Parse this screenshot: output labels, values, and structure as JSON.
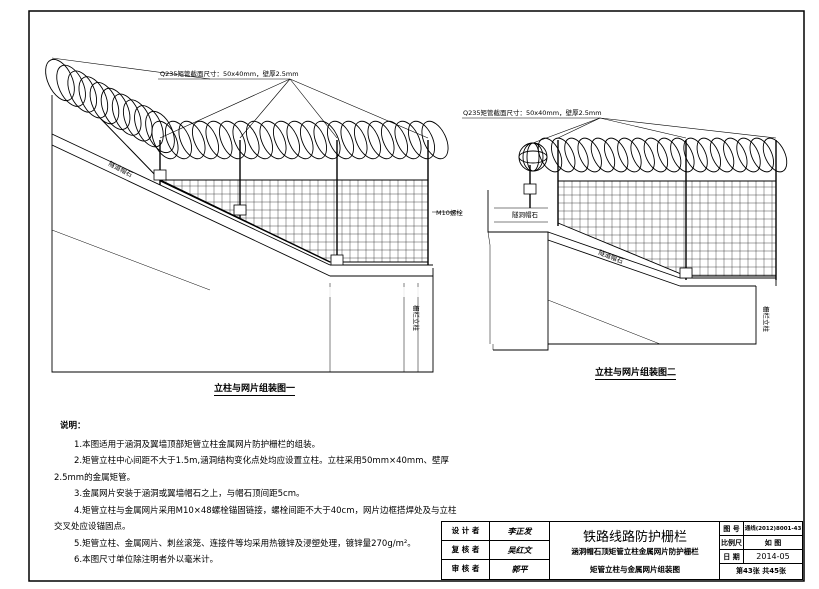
{
  "drawing1": {
    "dim_label": "Q235矩管截面尺寸：50x40mm，壁厚2.5mm",
    "bolt_label": "M10螺栓",
    "slope_label": "隧道帽石",
    "caption": "立柱与网片组装图一"
  },
  "drawing2": {
    "dim_label": "Q235矩管截面尺寸：50x40mm，壁厚2.5mm",
    "cap_label": "隧洞帽石",
    "slope_label": "隧道帽石",
    "post_label": "栅栏立柱",
    "caption": "立柱与网片组装图二"
  },
  "drawing1_post_label": "栅栏立柱",
  "notes": {
    "title": "说明：",
    "items": [
      "1.本图适用于涵洞及翼墙顶部矩管立柱金属网片防护栅栏的组装。",
      "2.矩管立柱中心间距不大于1.5m,涵洞结构变化点处均应设置立柱。立柱采用50mm×40mm、壁厚",
      "2.5mm的金属矩管。",
      "3.金属网片安装于涵洞或翼墙帽石之上，与帽石顶间距5cm。",
      "4.矩管立柱与金属网片采用M10×48螺栓锚固链接，螺栓间距不大于40cm，网片边框搭焊处及与立柱",
      "交叉处应设锚固点。",
      "5.矩管立柱、金属网片、刺丝滚笼、连接件等均采用热镀锌及浸塑处理，镀锌量270g/m²。",
      "6.本图尺寸单位除注明者外以毫米计。"
    ]
  },
  "title_block": {
    "roles": [
      "设 计 者",
      "复 核 者",
      "审 核 者"
    ],
    "signatures": [
      "李正发",
      "吴红文",
      "郭平"
    ],
    "title": "铁路线路防护栅栏",
    "subtitle": "涵洞帽石顶矩管立柱金属网片防护栅栏",
    "drawing_name": "矩管立柱与金属网片组装图",
    "fields": [
      {
        "label": "图 号",
        "value": "通线(2012)8001-43"
      },
      {
        "label": "比例尺",
        "value": "如 图"
      },
      {
        "label": "日 期",
        "value": "2014-05"
      }
    ],
    "sheet": "第43张 共45张"
  }
}
